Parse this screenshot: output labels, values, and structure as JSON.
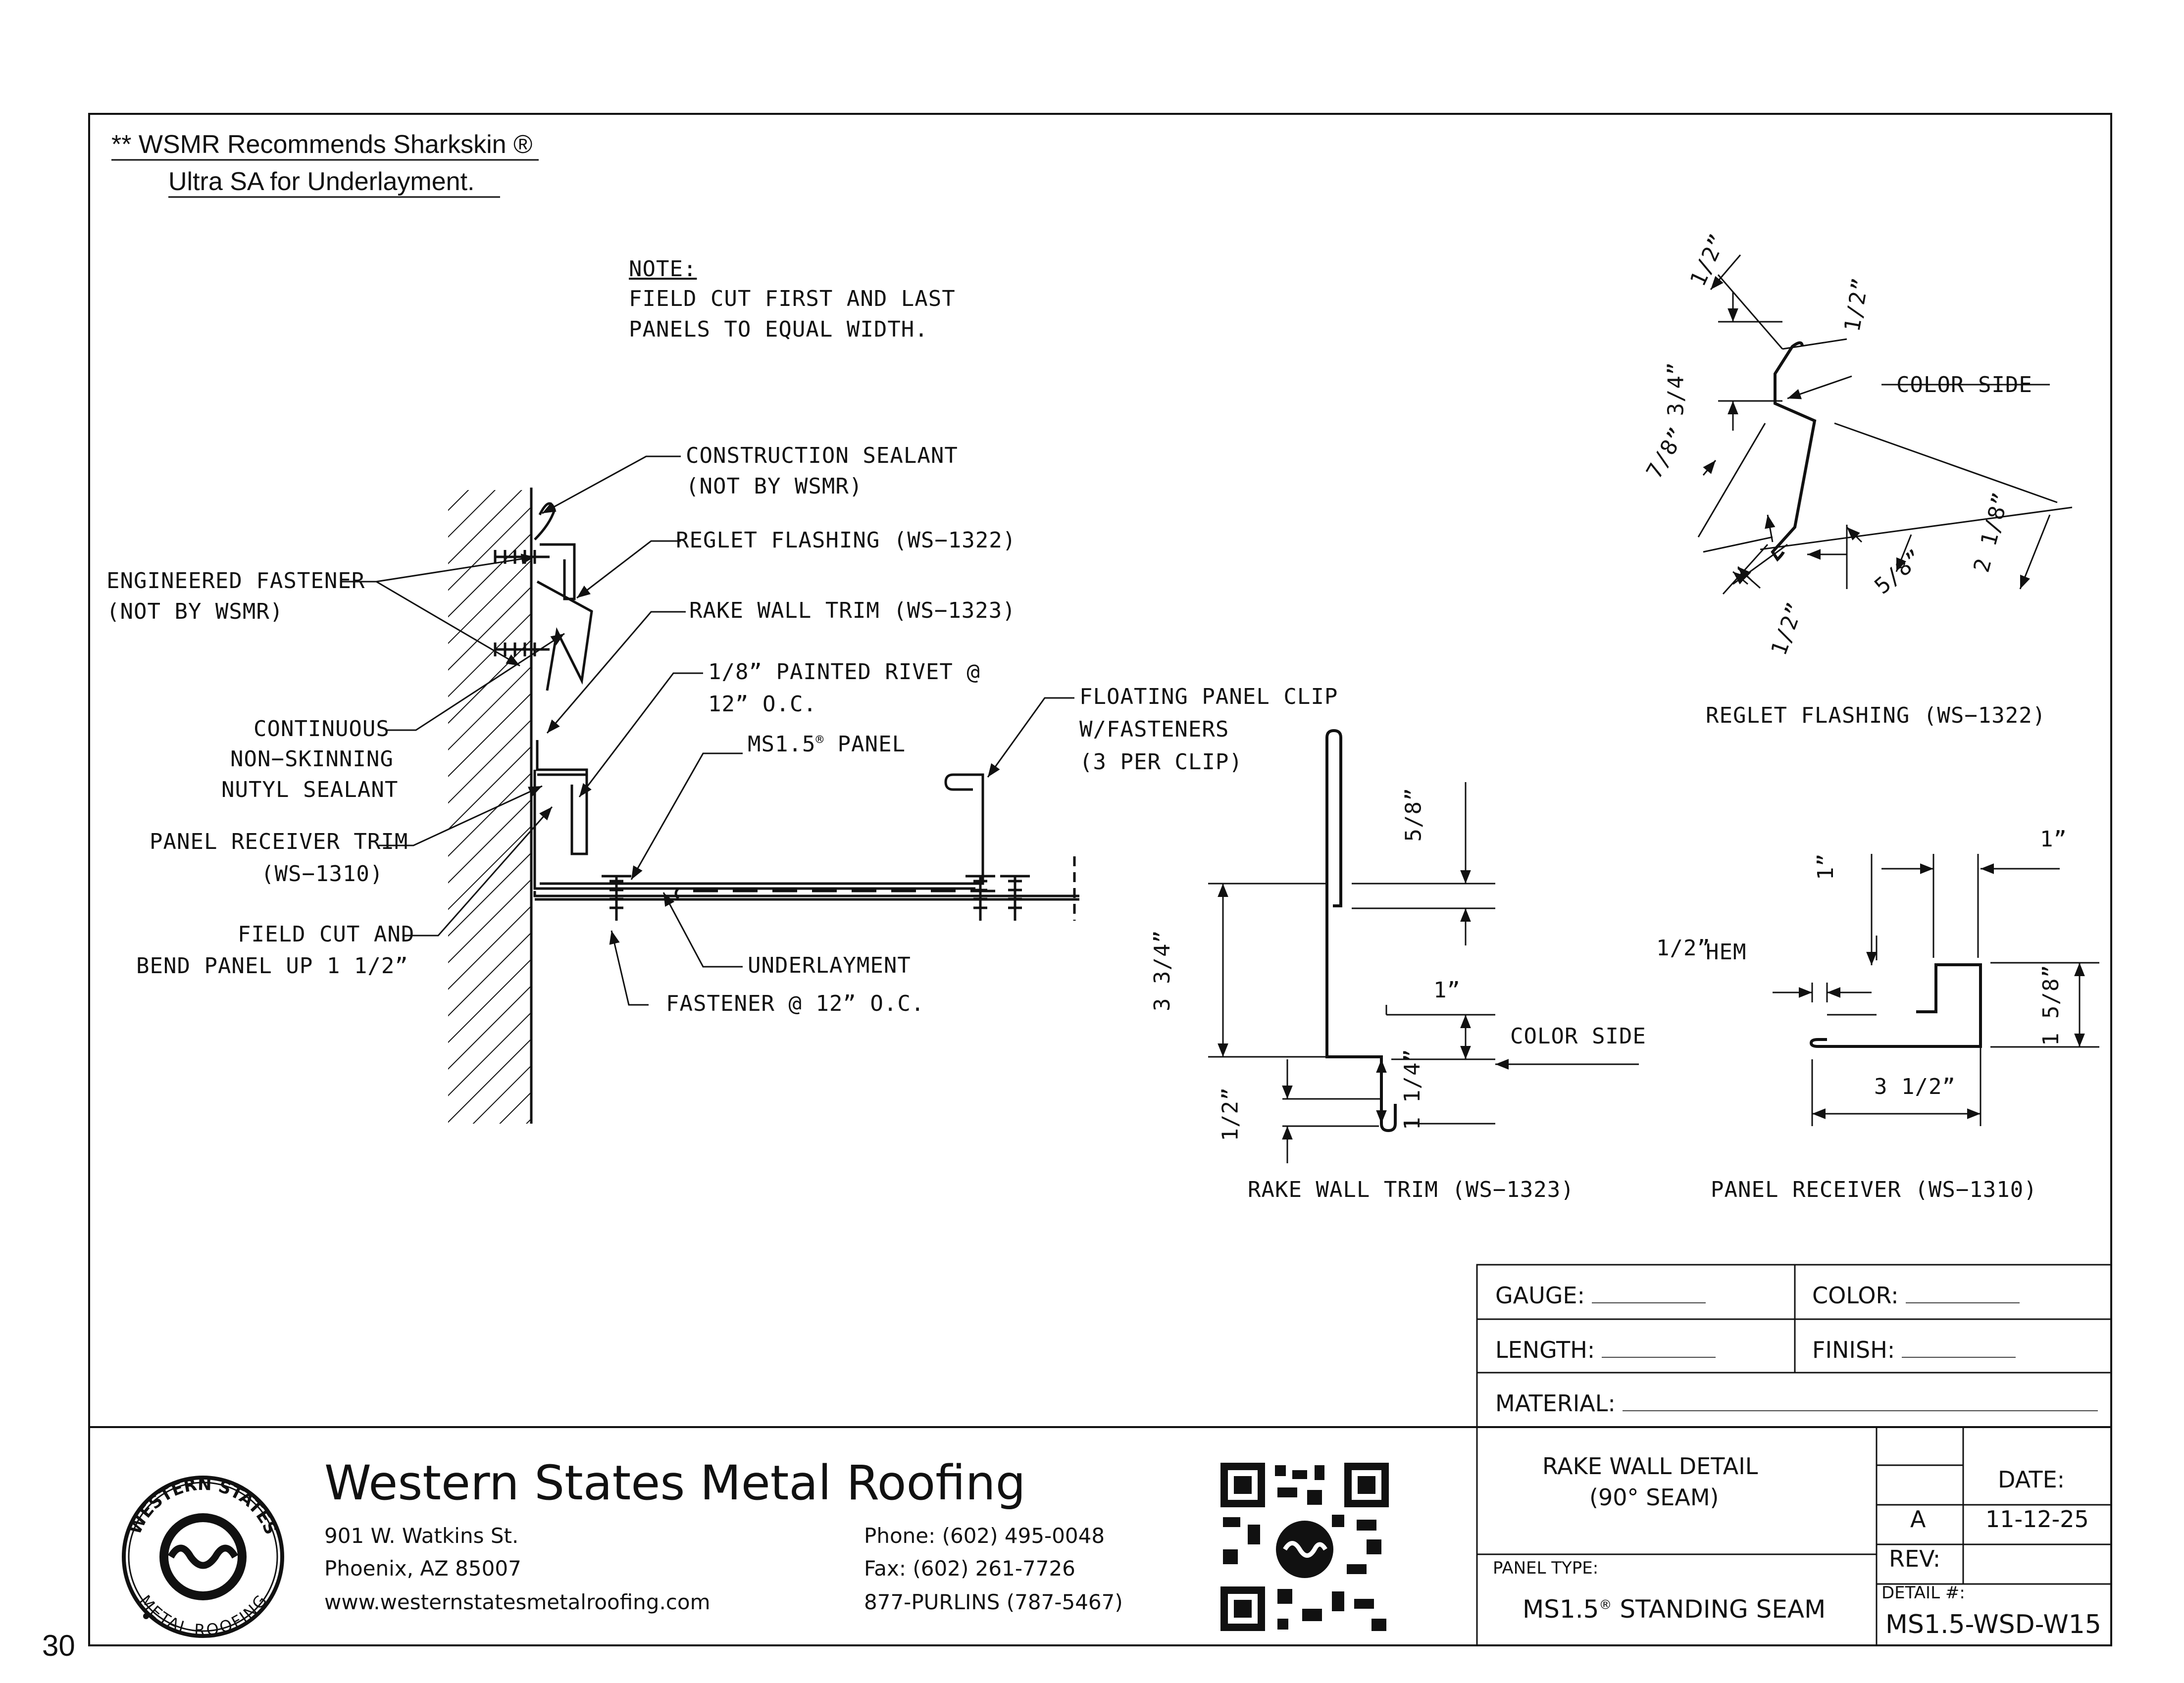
{
  "page_number": "30",
  "top_note": {
    "line1": "** WSMR Recommends Sharkskin ®",
    "line2": "Ultra SA for Underlayment."
  },
  "note": {
    "heading": "NOTE:",
    "line1": "FIELD CUT FIRST AND LAST",
    "line2": "PANELS TO EQUAL WIDTH."
  },
  "callouts": {
    "construction_sealant_1": "CONSTRUCTION SEALANT",
    "construction_sealant_2": "(NOT BY WSMR)",
    "reglet_flashing": "REGLET FLASHING (WS−1322)",
    "engineered_fastener_1": "ENGINEERED FASTENER",
    "engineered_fastener_2": "(NOT BY WSMR)",
    "rake_wall_trim": "RAKE WALL TRIM (WS−1323)",
    "rivet_1": "1/8” PAINTED RIVET @",
    "rivet_2": "12” O.C.",
    "continuous_1": "CONTINUOUS",
    "continuous_2": "NON−SKINNING",
    "continuous_3": "NUTYL SEALANT",
    "ms15_panel": "MS1.5",
    "ms15_panel_suffix": "PANEL",
    "floating_clip_1": "FLOATING PANEL CLIP",
    "floating_clip_2": "W/FASTENERS",
    "floating_clip_3": "(3 PER CLIP)",
    "panel_receiver_1": "PANEL RECEIVER TRIM",
    "panel_receiver_2": "(WS−1310)",
    "field_cut_1": "FIELD CUT AND",
    "field_cut_2": "BEND PANEL UP 1 1/2”",
    "underlayment": "UNDERLAYMENT",
    "fastener": "FASTENER @ 12” O.C."
  },
  "reglet_detail": {
    "title": "REGLET FLASHING (WS−1322)",
    "color_side": "COLOR SIDE",
    "dims": [
      "1/2”",
      "1/2”",
      "3/4”",
      "7/8”",
      "2 1/8”",
      "5/8”",
      "1/2”"
    ]
  },
  "rake_detail": {
    "title": "RAKE WALL TRIM (WS−1323)",
    "color_side": "COLOR SIDE",
    "dims": [
      "5/8”",
      "3 3/4”",
      "1”",
      "1 1/4”",
      "1/2”"
    ]
  },
  "receiver_detail": {
    "title": "PANEL RECEIVER (WS−1310)",
    "hem": "HEM",
    "hem_dim": "1/2”",
    "dims": [
      "1”",
      "1”",
      "1 5/8”",
      "3 1/2”"
    ]
  },
  "spec_block": {
    "gauge": "GAUGE:",
    "color": "COLOR:",
    "length": "LENGTH:",
    "finish": "FINISH:",
    "material": "MATERIAL:"
  },
  "title_block": {
    "company": "Western States Metal Roofing",
    "street": "901 W. Watkins St.",
    "city": "Phoenix, AZ 85007",
    "website": "www.westernstatesmetalroofing.com",
    "phone": "Phone: (602) 495-0048",
    "fax": "Fax: (602) 261-7726",
    "purlins": "877-PURLINS (787-5467)",
    "detail_title_1": "RAKE WALL DETAIL",
    "detail_title_2": "(90° SEAM)",
    "panel_type_label": "PANEL TYPE:",
    "panel_type": "MS1.5",
    "panel_type_suffix": "STANDING SEAM",
    "date_label": "DATE:",
    "rev_letter": "A",
    "date": "11-12-25",
    "rev_label": "REV:",
    "detail_no_label": "DETAIL #:",
    "detail_no": "MS1.5-WSD-W15",
    "logo_top": "WESTERN STATES",
    "logo_bottom": "METAL ROOFING"
  }
}
